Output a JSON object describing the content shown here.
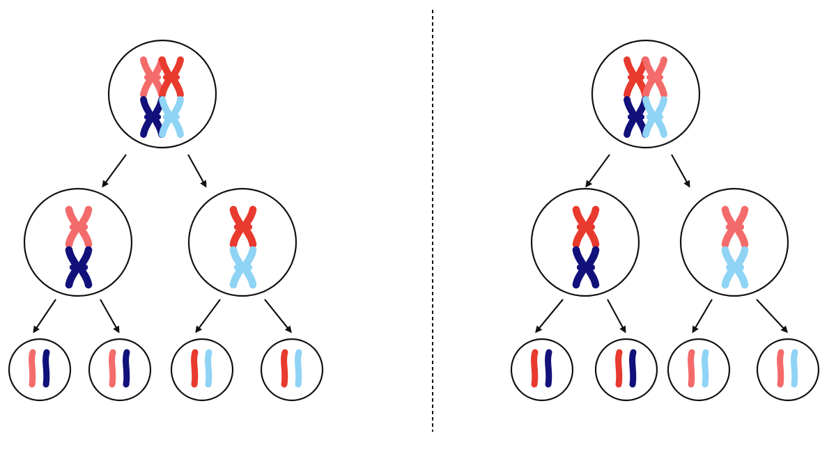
{
  "colors": {
    "light_red": "#f46b6b",
    "red": "#e83a2e",
    "dark_blue": "#12107a",
    "light_blue": "#8fd3f5",
    "outline": "#111111",
    "background": "#ffffff"
  },
  "panels": [
    {
      "id": "left",
      "parent": [
        [
          "light_red",
          "red"
        ],
        [
          "dark_blue",
          "light_blue"
        ]
      ],
      "daughters": [
        [
          "light_red",
          "dark_blue"
        ],
        [
          "red",
          "light_blue"
        ]
      ],
      "gametes": [
        [
          "light_red",
          "dark_blue"
        ],
        [
          "light_red",
          "dark_blue"
        ],
        [
          "red",
          "light_blue"
        ],
        [
          "red",
          "light_blue"
        ]
      ]
    },
    {
      "id": "right",
      "parent": [
        [
          "red",
          "light_red"
        ],
        [
          "dark_blue",
          "light_blue"
        ]
      ],
      "daughters": [
        [
          "red",
          "dark_blue"
        ],
        [
          "light_red",
          "light_blue"
        ]
      ],
      "gametes": [
        [
          "red",
          "dark_blue"
        ],
        [
          "red",
          "dark_blue"
        ],
        [
          "light_red",
          "light_blue"
        ],
        [
          "light_red",
          "light_blue"
        ]
      ]
    }
  ],
  "icons": {
    "cell": "cell-circle-icon",
    "x_chromosome": "x-chromosome-icon",
    "chromatid": "chromatid-icon",
    "arrow": "arrow-icon",
    "divider": "dashed-divider"
  }
}
